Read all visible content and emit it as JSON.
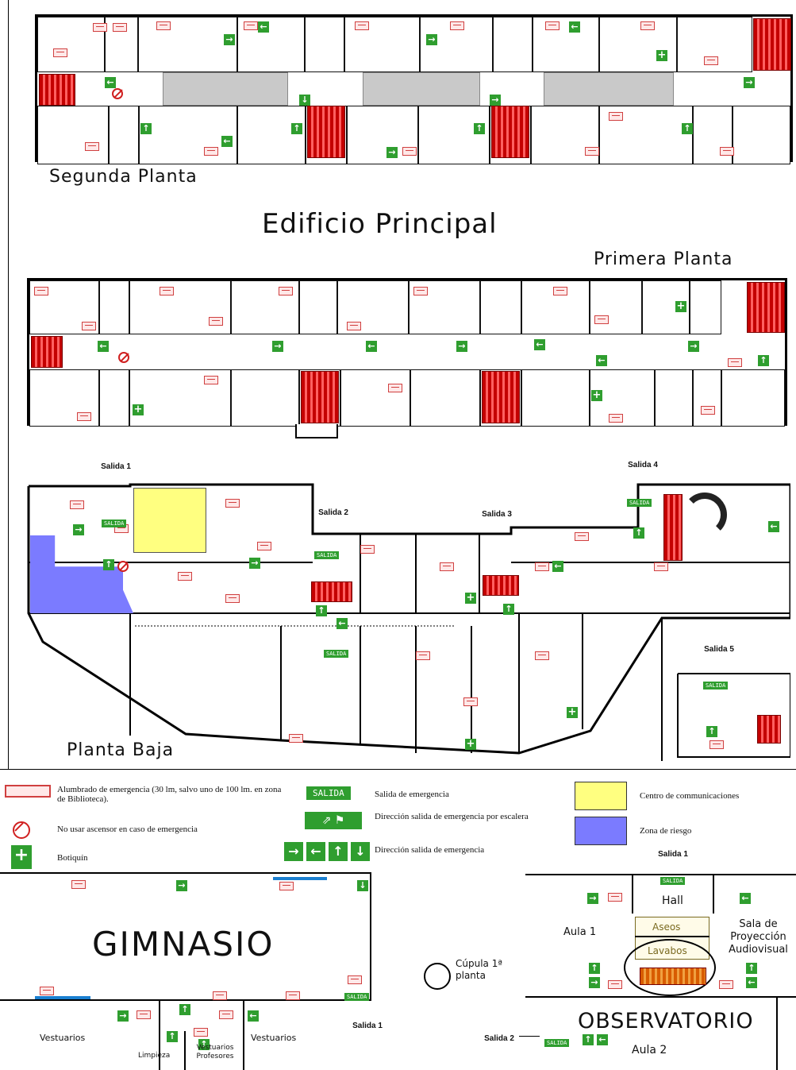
{
  "title": "Edificio Principal",
  "floors": {
    "segunda": "Segunda Planta",
    "primera": "Primera Planta",
    "baja": "Planta Baja"
  },
  "exits": {
    "s1": "Salida 1",
    "s2": "Salida 2",
    "s3": "Salida 3",
    "s4": "Salida 4",
    "s5": "Salida 5",
    "tag": "SALIDA"
  },
  "legend": {
    "alumbrado": "Alumbrado de emergencia (30 lm, salvo uno de 100 lm. en zona de Biblioteca).",
    "ascensor": "No usar ascensor en caso de emergencia",
    "botiquin": "Botiquín",
    "salida_emergencia": "Salida de emergencia",
    "direccion_escalera": "Dirección salida de emergencia por escalera",
    "direccion": "Dirección salida de emergencia",
    "salida_tag": "SALIDA",
    "centro_com": "Centro de communicaciones",
    "zona_riesgo": "Zona de riesgo"
  },
  "colors": {
    "comunicaciones": "#ffff80",
    "riesgo": "#7b7bff",
    "green": "#2f9e2f",
    "stairs": "#c40000"
  },
  "gimnasio": {
    "title": "GIMNASIO",
    "vestuarios_left": "Vestuarios",
    "vestuarios_right": "Vestuarios",
    "limpieza": "Limpieza",
    "vestuarios_prof": "Vestuarios Profesores",
    "salida_1": "Salida 1",
    "salida_2": "Salida 2"
  },
  "cupula": {
    "label": "Cúpula 1ª planta"
  },
  "observatorio": {
    "title": "OBSERVATORIO",
    "salida_1": "Salida 1",
    "hall": "Hall",
    "aula1": "Aula 1",
    "aseos": "Aseos",
    "lavabos": "Lavabos",
    "sala_proy": "Sala de Proyección Audiovisual",
    "aula2": "Aula 2"
  }
}
